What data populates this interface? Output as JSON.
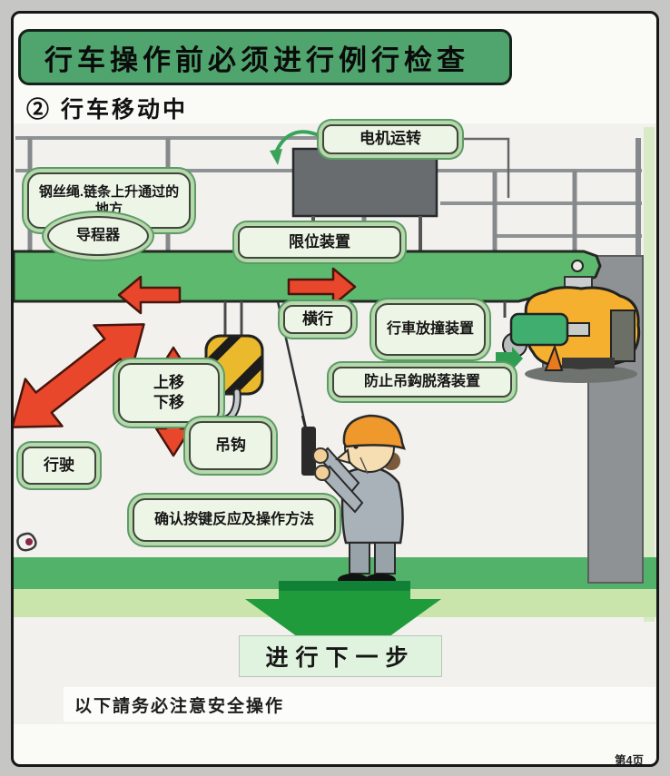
{
  "page": {
    "title": "行车操作前必须进行例行检查",
    "section": "② 行车移动中",
    "next_step": "进行下一步",
    "safety_note": "以下請务必注意安全操作",
    "page_number": "第4页"
  },
  "diagram": {
    "callouts": {
      "motor_running": "电机运转",
      "rope_passage": "钢丝绳.链条上升通过的地方",
      "guide_device": "导程器",
      "limit_device": "限位装置",
      "traverse": "横行",
      "anti_collision": "行車放撞装置",
      "hook_drop_prevention": "防止吊鈎脱落装置",
      "move_up": "上移",
      "move_down": "下移",
      "hook": "吊钩",
      "travel": "行驶",
      "confirm_buttons": "确认按键反应及操作方法"
    },
    "colors": {
      "header_green": "#4fa56d",
      "girder_green": "#5cb96e",
      "callout_fill": "#edf5e6",
      "arrow_red": "#e8472b",
      "next_arrow_green": "#1f9b3c",
      "floor_dark_green": "#53b269",
      "floor_light_green": "#c9e5ab",
      "hoist_yellow": "#f5b02f",
      "hook_yellow": "#eaba2c",
      "helmet_orange": "#ef982c"
    }
  }
}
